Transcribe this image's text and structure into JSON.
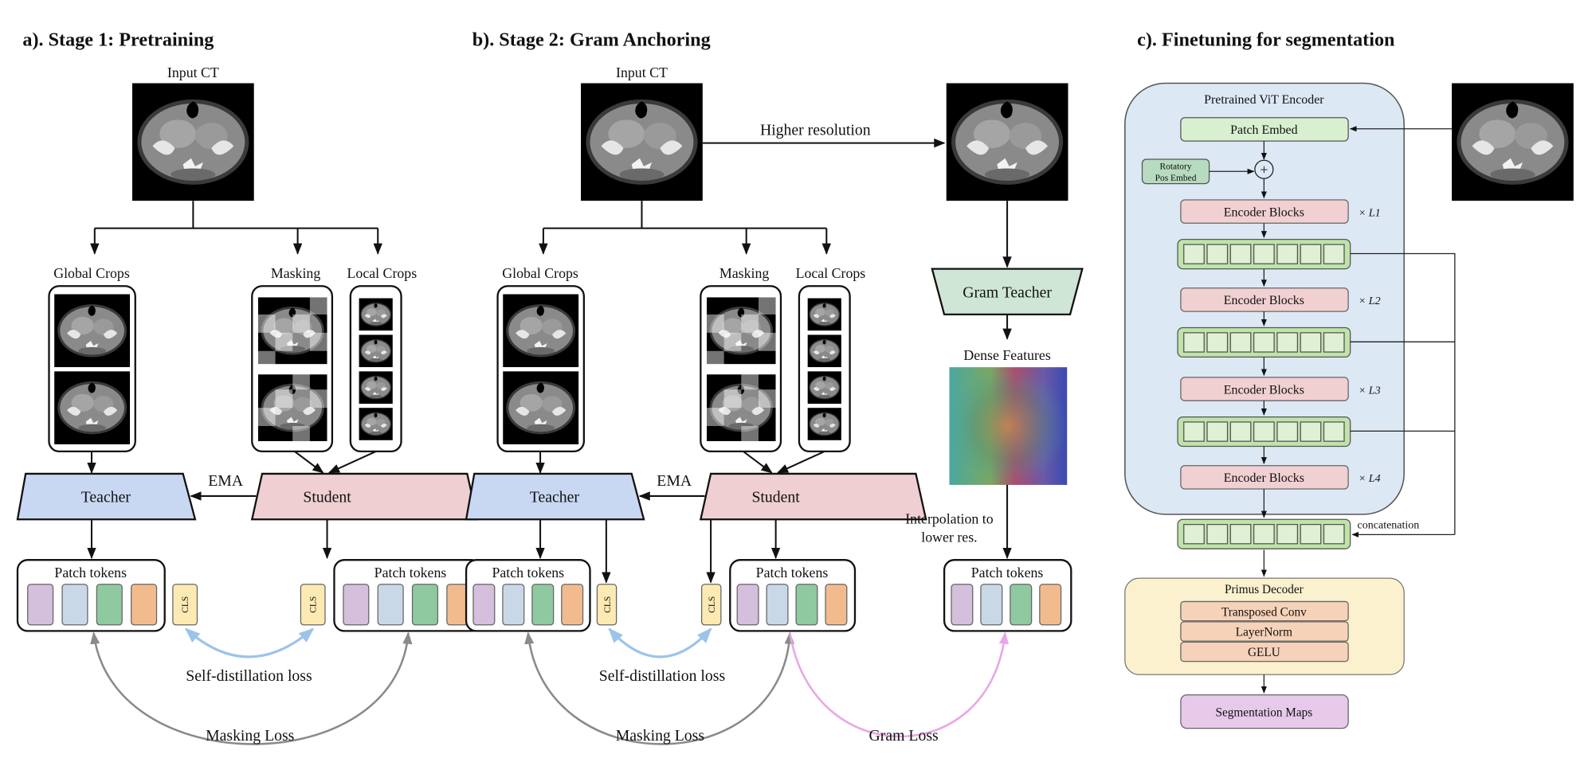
{
  "panel_a": {
    "title": "a). Stage 1: Pretraining",
    "input_label": "Input CT",
    "global_crops": "Global Crops",
    "masking": "Masking",
    "local_crops": "Local Crops",
    "teacher": "Teacher",
    "student": "Student",
    "ema": "EMA",
    "patch_tokens": "Patch tokens",
    "cls": "CLS",
    "self_distillation_loss": "Self-distillation loss",
    "masking_loss": "Masking Loss"
  },
  "panel_b": {
    "title": "b). Stage 2: Gram Anchoring",
    "input_label": "Input CT",
    "higher_resolution": "Higher resolution",
    "global_crops": "Global Crops",
    "masking": "Masking",
    "local_crops": "Local Crops",
    "teacher": "Teacher",
    "student": "Student",
    "ema": "EMA",
    "gram_teacher": "Gram Teacher",
    "dense_features": "Dense Features",
    "interpolation_line1": "Interpolation to",
    "interpolation_line2": "lower res.",
    "patch_tokens": "Patch tokens",
    "cls": "CLS",
    "self_distillation_loss": "Self-distillation loss",
    "masking_loss": "Masking Loss",
    "gram_loss": "Gram Loss"
  },
  "panel_c": {
    "title": "c). Finetuning for segmentation",
    "encoder_title": "Pretrained ViT Encoder",
    "patch_embed": "Patch Embed",
    "pos_embed_line1": "Rotatory",
    "pos_embed_line2": "Pos Embed",
    "plus": "+",
    "encoder_blocks": "Encoder Blocks",
    "repeats": [
      "× L1",
      "× L2",
      "× L3",
      "× L4"
    ],
    "concatenation": "concatenation",
    "decoder_title": "Primus Decoder",
    "decoder_layers": [
      "Transposed Conv",
      "LayerNorm",
      "GELU"
    ],
    "output": "Segmentation Maps"
  },
  "colors": {
    "teacher": "#c9d8f2",
    "student": "#efcfd2",
    "gram_teacher": "#cfe6d6",
    "token_purple": "#d4bfdc",
    "token_blue": "#c8d8e6",
    "token_green": "#8fc9a0",
    "token_orange": "#f2bb8e",
    "cls": "#fdeab3",
    "self_distillation_arrow": "#9cc3ea",
    "masking_loss_arrow": "#8a8a8a",
    "gram_loss_arrow": "#e9a6e6",
    "encoder_bg": "#dde8f5",
    "decoder_bg": "#fbf1cf"
  }
}
